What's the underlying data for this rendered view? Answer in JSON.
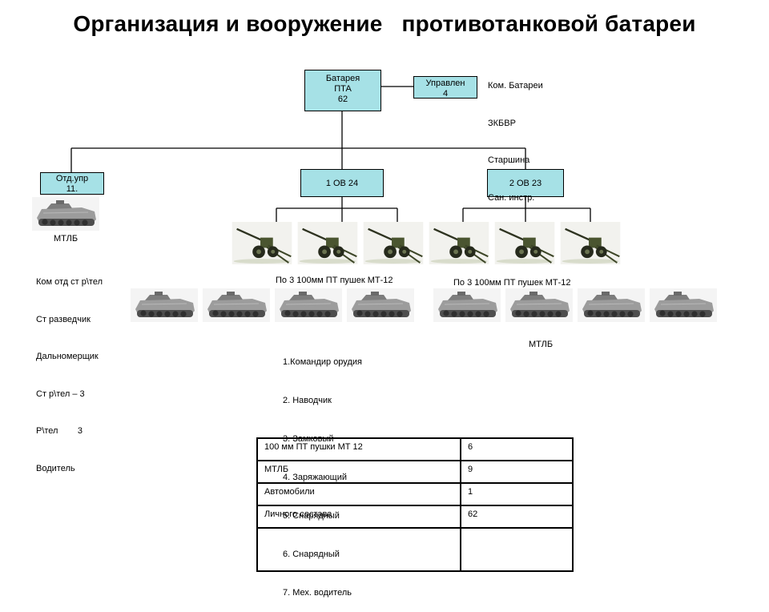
{
  "title": "Организация и вооружение   противотанковой батареи",
  "boxes": {
    "battery": {
      "line1": "Батарея",
      "line2": "ПТА",
      "line3": "62"
    },
    "control": {
      "line1": "Управлен",
      "line2": "4"
    },
    "det": {
      "line1": "Отд.упр",
      "line2": "11."
    },
    "ov1": {
      "label": "1 ОВ 24"
    },
    "ov2": {
      "label": "2 ОВ 23"
    }
  },
  "control_staff": [
    "Ком. Батареи",
    "ЗКБВР",
    "Старшина",
    "Сан. инстр."
  ],
  "mtlb_label_left": "МТЛБ",
  "det_staff": [
    "Ком отд ст р\\тел",
    "Ст разведчик",
    "Дальномерщик",
    "Ст р\\тел – 3",
    "Р\\тел        3",
    "Водитель"
  ],
  "guns_label_1": "По 3 100мм ПТ пушек МТ-12",
  "guns_label_2": "По 3 100мм ПТ пушек МТ-12",
  "crew": [
    "1.Командир орудия",
    "2. Наводчик",
    "3. Замковый",
    "4. Заряжающий",
    "5. Снарядный",
    "6. Снарядный",
    "7. Мех. водитель"
  ],
  "mtlb_label_right": "МТЛБ",
  "summary_table": [
    {
      "item": "100 мм ПТ пушки МТ 12",
      "value": "6"
    },
    {
      "item": "МТЛБ",
      "value": "9"
    },
    {
      "item": "Автомобили",
      "value": "1"
    },
    {
      "item": "Личного состава",
      "value": "62"
    },
    {
      "item": "",
      "value": ""
    }
  ],
  "colors": {
    "box_fill": "#a6e1e6",
    "lines": "#000000"
  },
  "icons": {
    "gun": "towed-antitank-gun-icon",
    "vehicle": "mtlb-tracked-vehicle-icon"
  }
}
